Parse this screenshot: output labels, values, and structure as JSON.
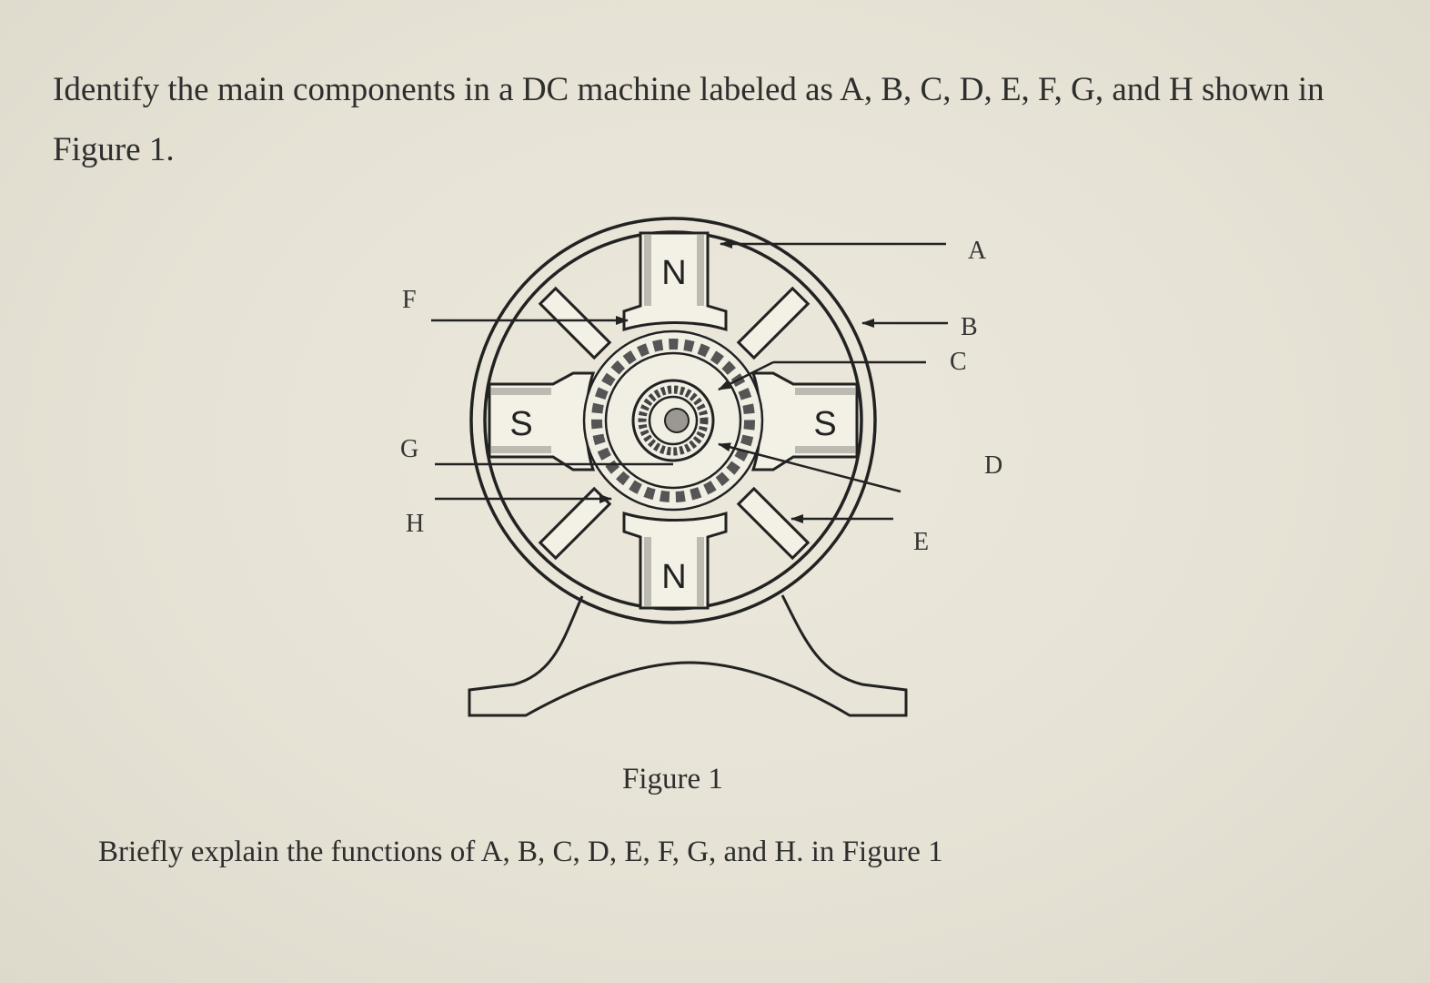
{
  "question": {
    "line1": "Identify the main components in a DC machine labeled as A, B, C, D, E, F, G, and H shown in",
    "line2": "Figure 1."
  },
  "figure": {
    "pole_labels": {
      "top": "N",
      "bottom": "N",
      "left": "S",
      "right": "S"
    },
    "callouts": {
      "A": "A",
      "B": "B",
      "C": "C",
      "D": "D",
      "E": "E",
      "F": "F",
      "G": "G",
      "H": "H"
    },
    "caption": "Figure 1"
  },
  "task": "Briefly explain the functions of A, B, C, D, E, F, G, and H. in Figure 1"
}
